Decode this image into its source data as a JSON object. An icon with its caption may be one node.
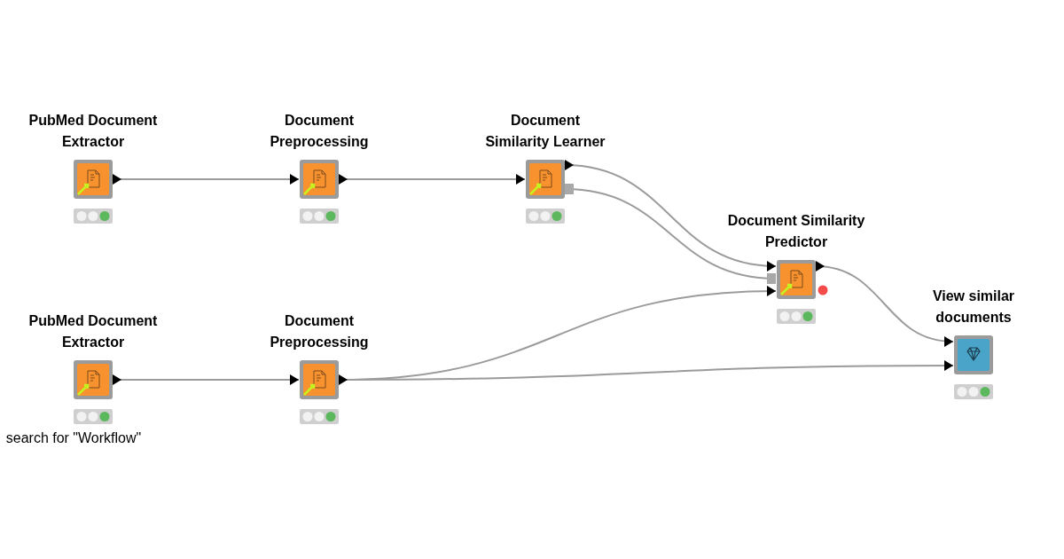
{
  "diagram": {
    "nodes": [
      {
        "text": [
          "PubMed Document Extractor"
        ]
      },
      {
        "text": [
          "Document Preprocessing"
        ]
      },
      {
        "text": [
          "Document Similarity Learner"
        ]
      },
      {
        "text": [
          "Document Similarity Predictor"
        ]
      },
      {
        "text": [
          "PubMed Document Extractor"
        ],
        "beside": [
          "search for \"Workflow\""
        ]
      },
      {
        "text": [
          "Document Preprocessing"
        ]
      },
      {
        "text": [
          "View similar documents"
        ]
      }
    ],
    "edges": [
      {
        "from": 0,
        "to": 1,
        "arrow": "to"
      },
      {
        "from": 1,
        "to": 2,
        "arrow": "to"
      },
      {
        "from": 2,
        "to": 3,
        "arrow": "to"
      },
      {
        "from": 2,
        "to": 3,
        "arrow": "other"
      },
      {
        "from": 3,
        "to": 6,
        "arrow": "to"
      },
      {
        "from": 4,
        "to": 5,
        "arrow": "to"
      },
      {
        "from": 5,
        "to": 3,
        "arrow": "to"
      },
      {
        "from": 5,
        "to": 6,
        "arrow": "to"
      }
    ]
  }
}
